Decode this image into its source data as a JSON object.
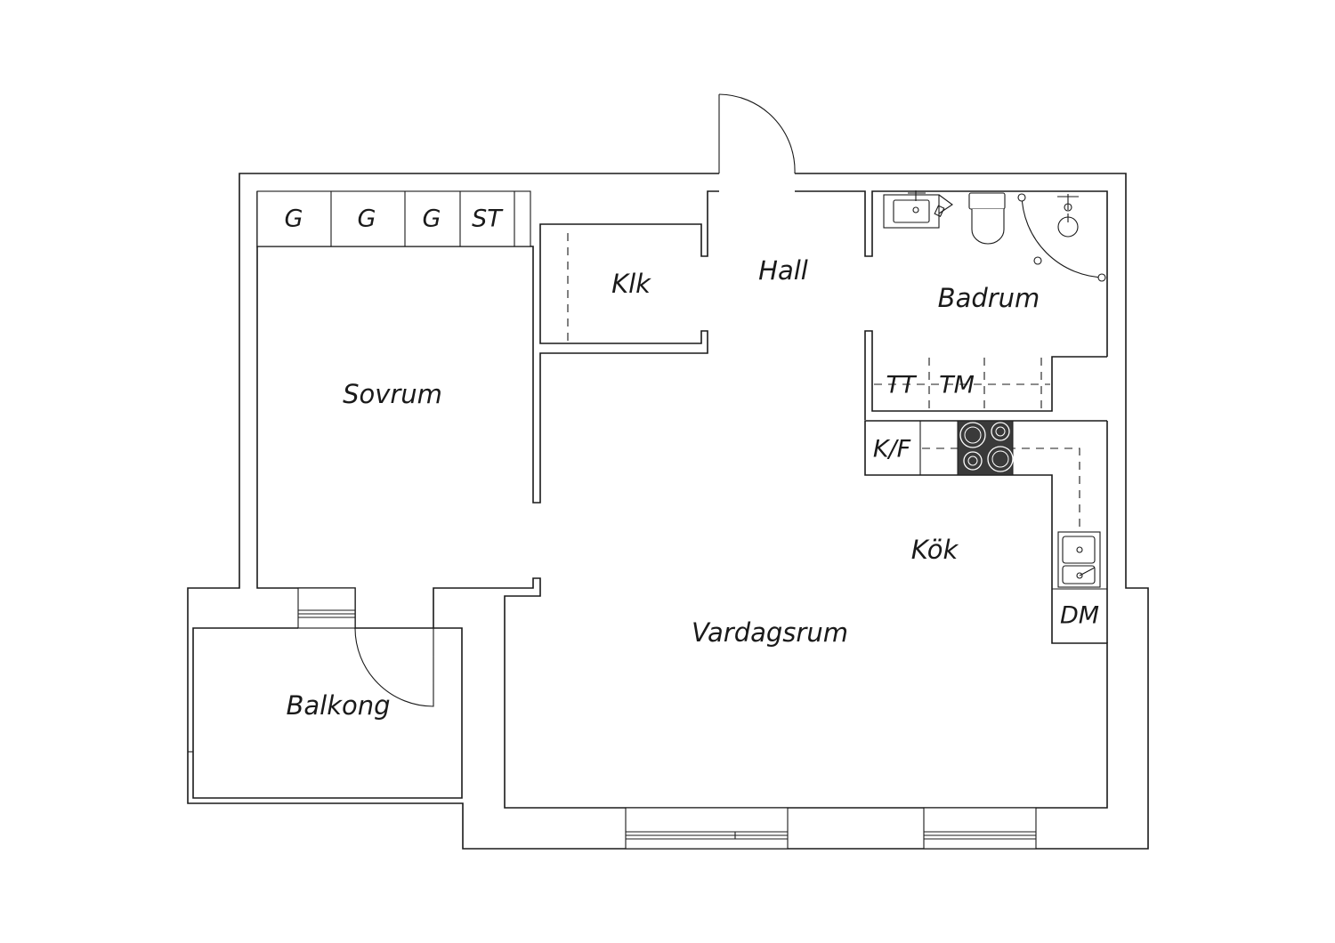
{
  "rooms": {
    "hall": "Hall",
    "klk": "Klk",
    "badrum": "Badrum",
    "sovrum": "Sovrum",
    "kok": "Kök",
    "vardagsrum": "Vardagsrum",
    "balkong": "Balkong"
  },
  "wardrobes": [
    "G",
    "G",
    "G",
    "ST"
  ],
  "appliances": {
    "tt": "TT",
    "tm": "TM",
    "kf": "K/F",
    "dm": "DM"
  },
  "colors": {
    "line": "#1a1a1a",
    "stove": "#3a3a3a",
    "background": "#ffffff"
  }
}
